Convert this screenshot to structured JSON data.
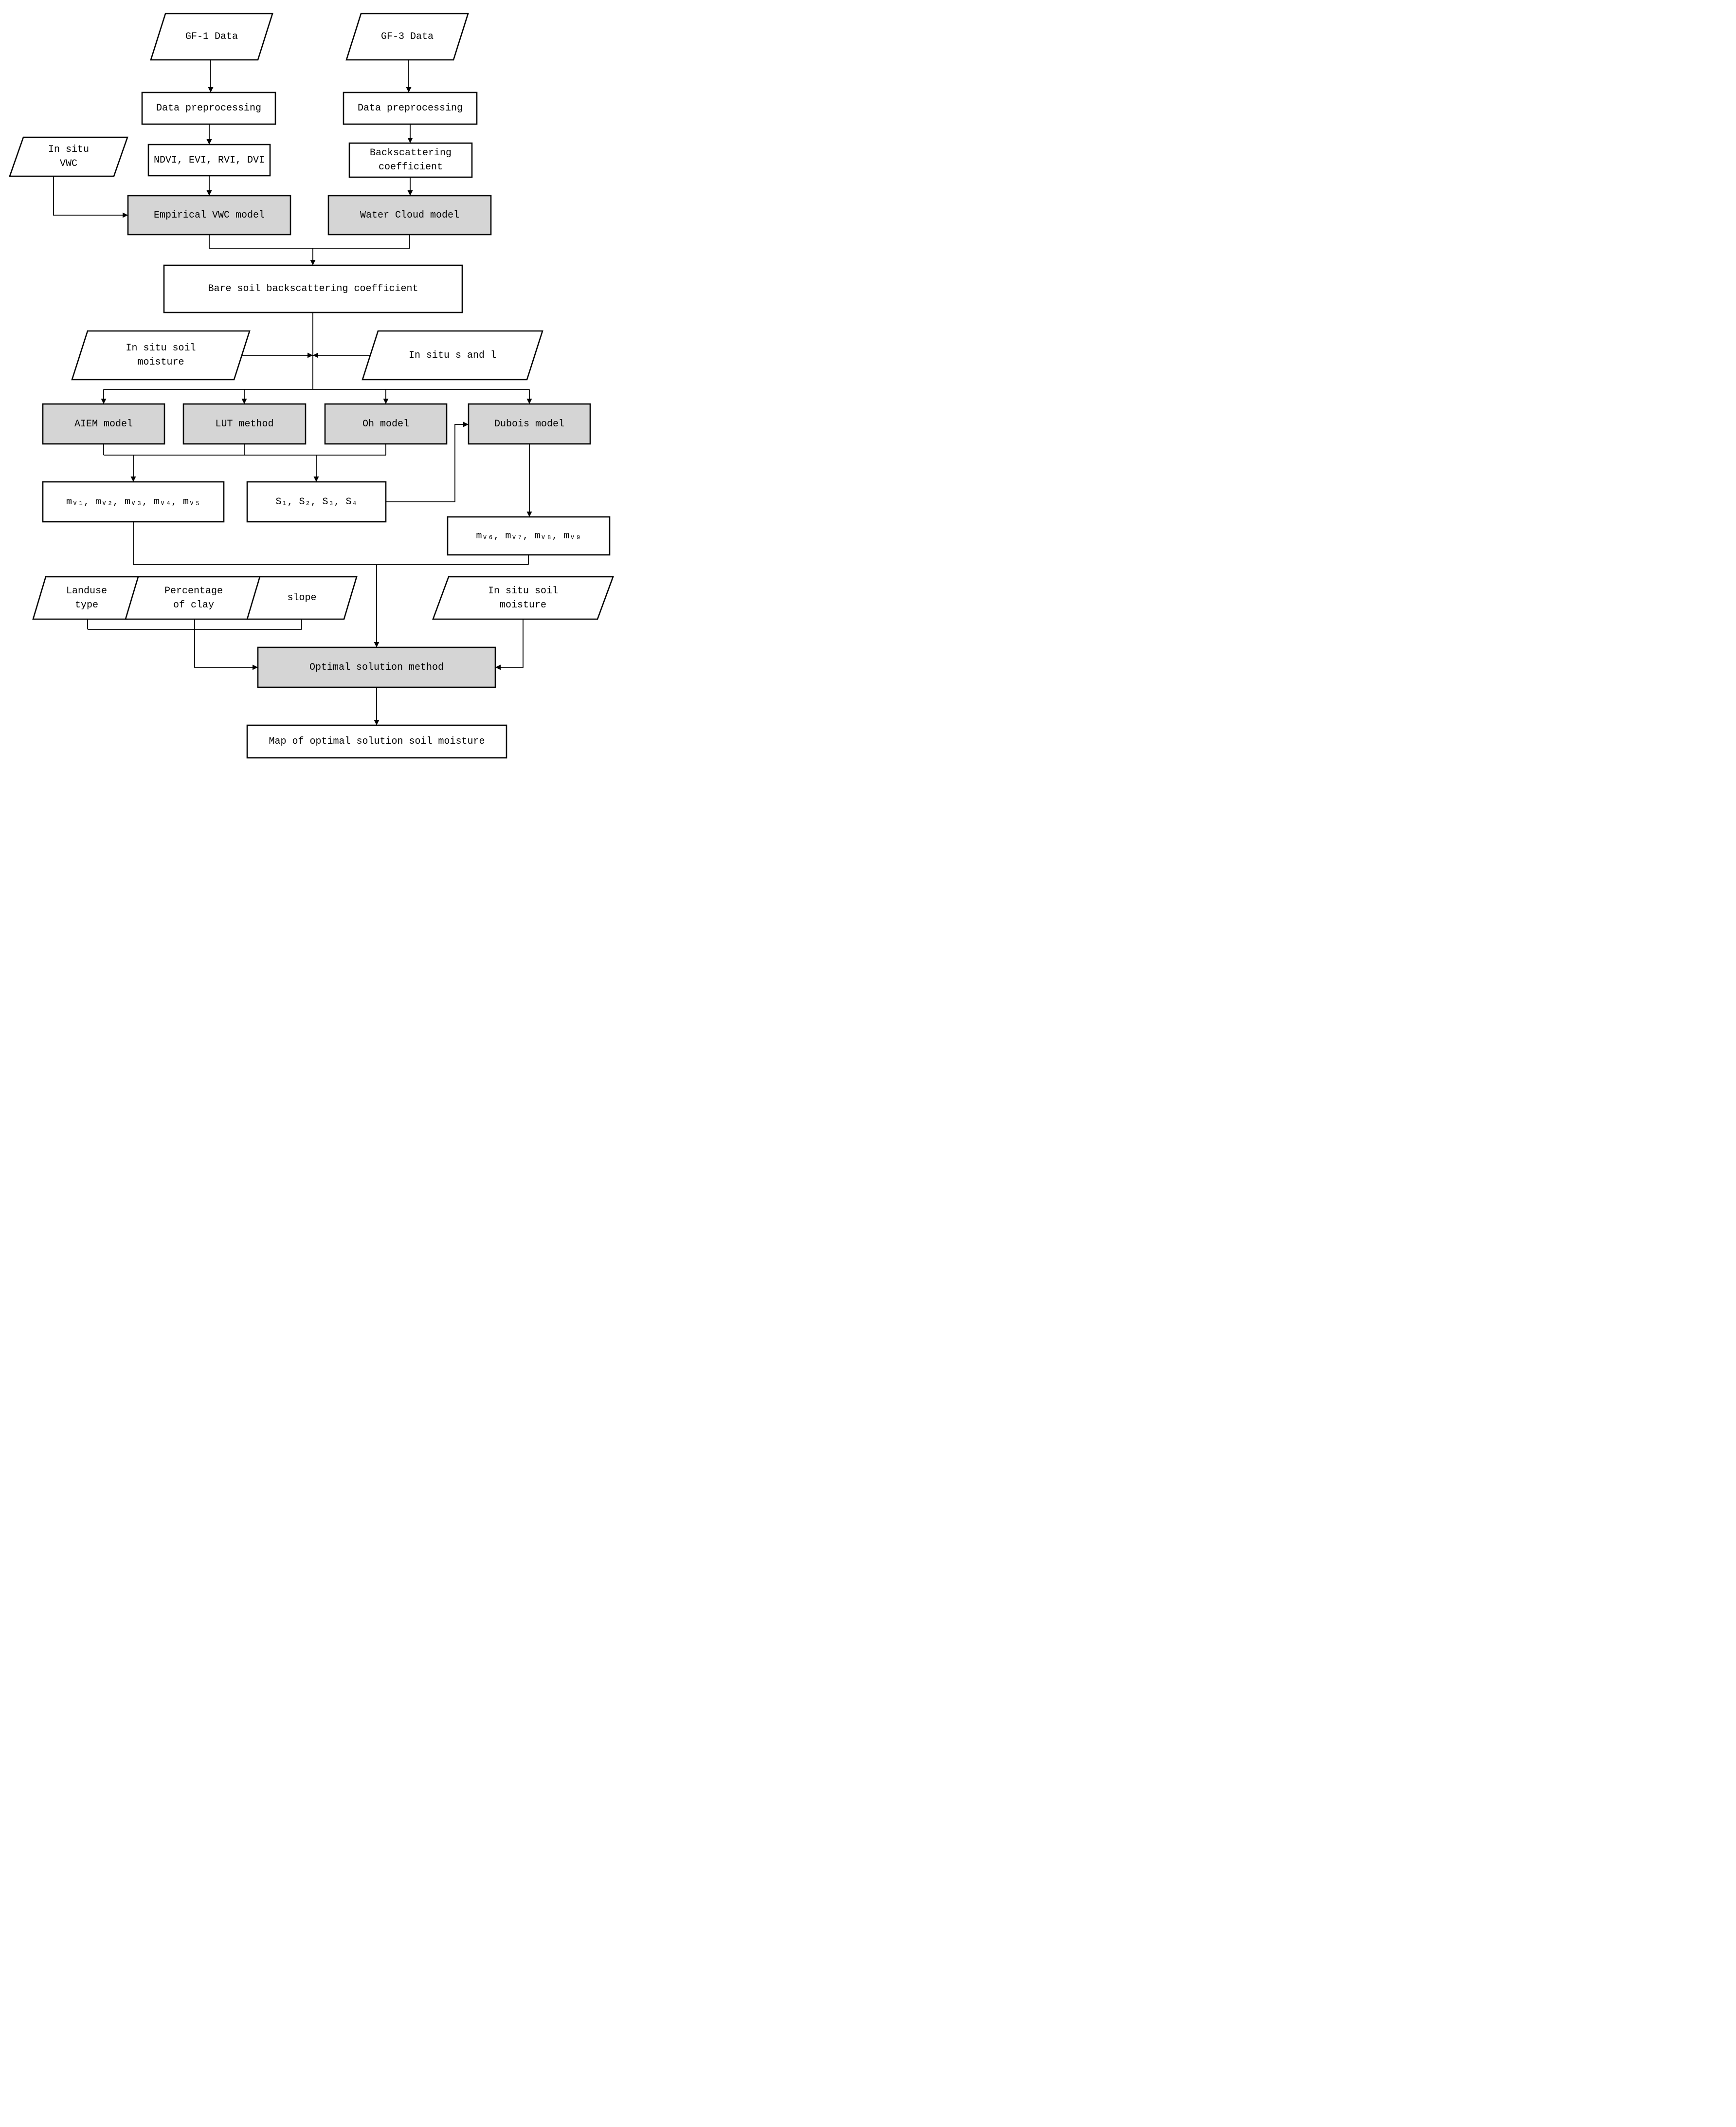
{
  "diagram": {
    "type": "flowchart",
    "colors": {
      "model_box_fill": "#d5d5d5",
      "io_box_fill": "#ffffff",
      "line_color": "#000000"
    },
    "nodes": {
      "gf1_data": {
        "label": "GF-1 Data",
        "shape": "parallelogram"
      },
      "gf3_data": {
        "label": "GF-3 Data",
        "shape": "parallelogram"
      },
      "preprocess_left": {
        "label": "Data preprocessing",
        "shape": "rect"
      },
      "preprocess_right": {
        "label": "Data preprocessing",
        "shape": "rect"
      },
      "indices": {
        "label": "NDVI, EVI, RVI, DVI",
        "shape": "rect"
      },
      "backscatter_coeff": {
        "label": "Backscattering\ncoefficient",
        "shape": "rect"
      },
      "in_situ_vwc": {
        "label": "In situ\nVWC",
        "shape": "parallelogram"
      },
      "empirical_vwc_model": {
        "label": "Empirical VWC model",
        "shape": "rect-model"
      },
      "water_cloud_model": {
        "label": "Water Cloud model",
        "shape": "rect-model"
      },
      "bare_soil_backscatter": {
        "label": "Bare soil backscattering coefficient",
        "shape": "rect"
      },
      "in_situ_soil_moisture_upper": {
        "label": "In situ soil\nmoisture",
        "shape": "parallelogram"
      },
      "in_situ_s_and_l": {
        "label": "In situ s and l",
        "shape": "parallelogram"
      },
      "aiem_model": {
        "label": "AIEM model",
        "shape": "rect-model"
      },
      "lut_method": {
        "label": "LUT method",
        "shape": "rect-model"
      },
      "oh_model": {
        "label": "Oh model",
        "shape": "rect-model"
      },
      "dubois_model": {
        "label": "Dubois model",
        "shape": "rect-model"
      },
      "mv_1_5": {
        "label": "mᵥ₁, mᵥ₂, mᵥ₃, mᵥ₄, mᵥ₅",
        "shape": "rect"
      },
      "s_1_4": {
        "label": "S₁, S₂, S₃, S₄",
        "shape": "rect"
      },
      "mv_6_9": {
        "label": "mᵥ₆, mᵥ₇, mᵥ₈, mᵥ₉",
        "shape": "rect"
      },
      "landuse_type": {
        "label": "Landuse\ntype",
        "shape": "parallelogram"
      },
      "percentage_of_clay": {
        "label": "Percentage\nof clay",
        "shape": "parallelogram"
      },
      "slope": {
        "label": "slope",
        "shape": "parallelogram"
      },
      "in_situ_soil_moisture_lower": {
        "label": "In situ soil\nmoisture",
        "shape": "parallelogram"
      },
      "optimal_solution_method": {
        "label": "Optimal solution method",
        "shape": "rect-model"
      },
      "map_output": {
        "label": "Map of optimal solution soil moisture",
        "shape": "rect"
      }
    }
  }
}
